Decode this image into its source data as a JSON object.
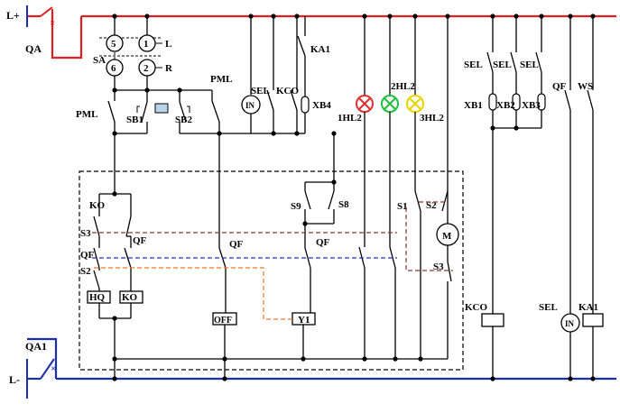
{
  "colors": {
    "positive_bus": "#e02020",
    "negative_bus": "#1a2fb0",
    "lamp_red": "#e03030",
    "lamp_green": "#20c040",
    "lamp_yellow": "#e8d400",
    "mech_link_brown": "#8b3a2a",
    "mech_link_blue": "#2030c0",
    "mech_link_orange": "#f07820",
    "dashed_box": "#000000"
  },
  "labels": {
    "l_plus": "L+",
    "l_minus": "L-",
    "qa": "QA",
    "qa1": "QA1",
    "sa": "SA",
    "pml_left": "PML",
    "pml_right": "PML",
    "sb1": "SB1",
    "sb2": "SB2",
    "sel": "SEL",
    "kco": "KCO",
    "ka1": "KA1",
    "xb4": "XB4",
    "in_meter": "IN",
    "lamp1": "1HL2",
    "lamp2": "2HL2",
    "lamp3": "3HL2",
    "ko": "KO",
    "s3_left": "S3",
    "qf_left": "QF",
    "s2_left": "S2",
    "qf_ko": "QF",
    "qf_mid": "QF",
    "qf_y1": "QF",
    "s9": "S9",
    "s8": "S8",
    "s1": "S1",
    "s2_right": "S2",
    "s3_right": "S3",
    "motor": "M",
    "hq_coil": "HQ",
    "ko_coil": "KO",
    "off_coil": "OFF",
    "y1_coil": "Y1",
    "sel_r1": "SEL",
    "sel_r2": "SEL",
    "sel_r3": "SEL",
    "xb1": "XB1",
    "xb2": "XB2",
    "xb3": "XB3",
    "qf_right": "QF",
    "ws": "WS",
    "kco_coil_label": "KCO",
    "sel_meter_label": "SEL",
    "ka1_coil_label": "KA1",
    "in_right": "IN"
  },
  "sa_switch": {
    "contact5": "5",
    "contact1": "1",
    "contact6": "6",
    "contact2": "2",
    "pos_l": "L",
    "pos_r": "R"
  }
}
